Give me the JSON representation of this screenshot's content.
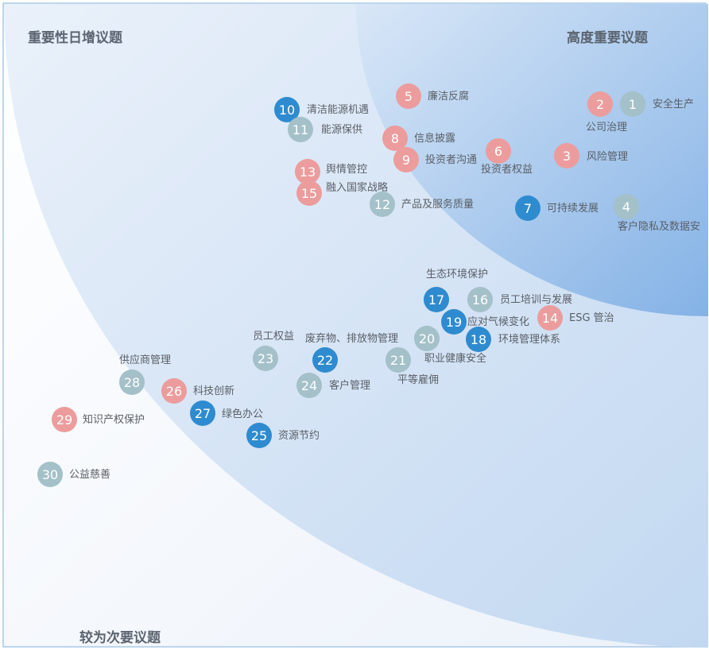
{
  "zones": {
    "important": "重要性日增议题",
    "high": "高度重要议题",
    "secondary": "较为次要议题"
  },
  "colors": {
    "red": "#ec9c9c",
    "blue": "#2f8bcf",
    "gray": "#a4c0c8",
    "frame": "#a9c8e6"
  },
  "topics": [
    {
      "num": "1",
      "label": "安全生产",
      "color": "gray"
    },
    {
      "num": "2",
      "label": "公司治理",
      "color": "red"
    },
    {
      "num": "3",
      "label": "风险管理",
      "color": "red"
    },
    {
      "num": "4",
      "label": "客户隐私及数据安",
      "color": "gray"
    },
    {
      "num": "5",
      "label": "廉洁反腐",
      "color": "red"
    },
    {
      "num": "6",
      "label": "投资者权益",
      "color": "red"
    },
    {
      "num": "7",
      "label": "可持续发展",
      "color": "blue"
    },
    {
      "num": "8",
      "label": "信息披露",
      "color": "red"
    },
    {
      "num": "9",
      "label": "投资者沟通",
      "color": "red"
    },
    {
      "num": "10",
      "label": "清洁能源机遇",
      "color": "blue"
    },
    {
      "num": "11",
      "label": "能源保供",
      "color": "gray"
    },
    {
      "num": "12",
      "label": "产品及服务质量",
      "color": "gray"
    },
    {
      "num": "13",
      "label": "舆情管控",
      "color": "red"
    },
    {
      "num": "14",
      "label": "ESG 管治",
      "color": "red"
    },
    {
      "num": "15",
      "label": "融入国家战略",
      "color": "red"
    },
    {
      "num": "16",
      "label": "员工培训与发展",
      "color": "gray"
    },
    {
      "num": "17",
      "label": "生态环境保护",
      "color": "blue"
    },
    {
      "num": "18",
      "label": "环境管理体系",
      "color": "blue"
    },
    {
      "num": "19",
      "label": "应对气候变化",
      "color": "blue"
    },
    {
      "num": "20",
      "label": "废弃物、排放物管理",
      "color": "gray"
    },
    {
      "num": "21",
      "label": "职业健康安全",
      "color": "gray"
    },
    {
      "num": "22",
      "label": "平等雇佣",
      "color": "blue"
    },
    {
      "num": "23",
      "label": "员工权益",
      "color": "gray"
    },
    {
      "num": "24",
      "label": "客户管理",
      "color": "gray"
    },
    {
      "num": "25",
      "label": "资源节约",
      "color": "blue"
    },
    {
      "num": "26",
      "label": "科技创新",
      "color": "red"
    },
    {
      "num": "27",
      "label": "绿色办公",
      "color": "blue"
    },
    {
      "num": "28",
      "label": "供应商管理",
      "color": "gray"
    },
    {
      "num": "29",
      "label": "知识产权保护",
      "color": "red"
    },
    {
      "num": "30",
      "label": "公益慈善",
      "color": "gray"
    }
  ]
}
